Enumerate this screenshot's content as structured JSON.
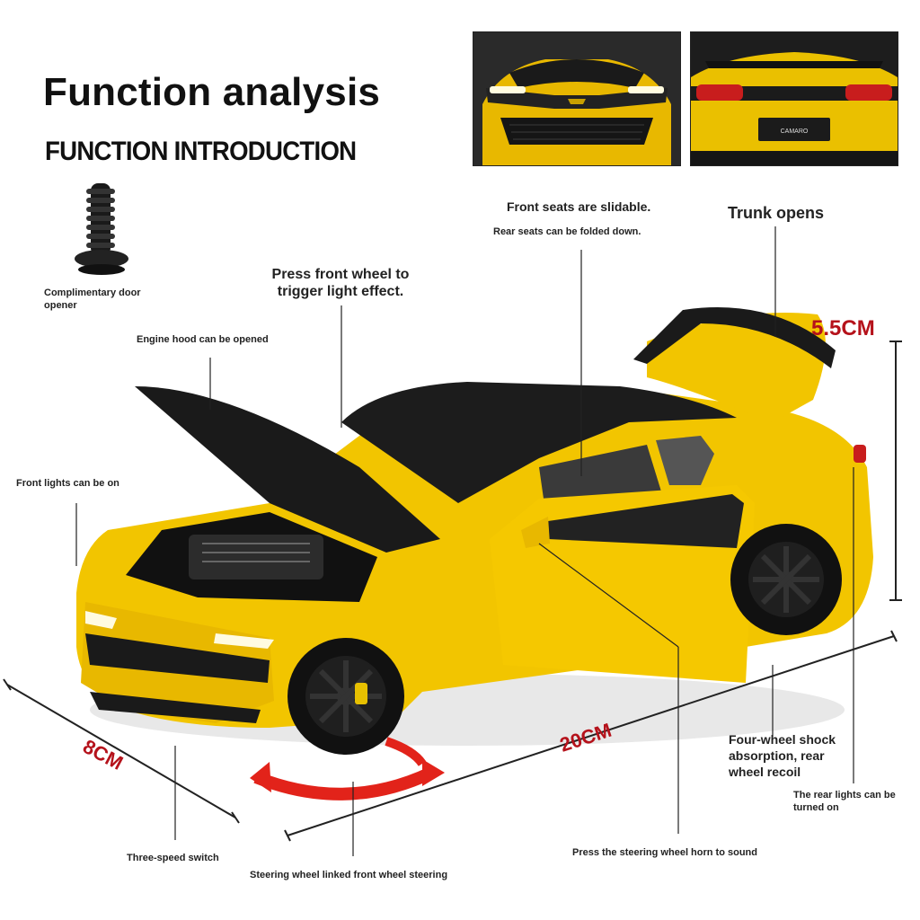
{
  "header": {
    "title": "Function analysis",
    "subtitle": "FUNCTION INTRODUCTION"
  },
  "accessory": {
    "label_line1": "Complimentary door",
    "label_line2": "opener",
    "icon": "screw-icon"
  },
  "features": {
    "engine_hood": "Engine hood can be opened",
    "press_wheel_line1": "Press front wheel to",
    "press_wheel_line2": "trigger light effect.",
    "front_lights": "Front lights can be on",
    "front_seats": "Front seats are slidable.",
    "rear_seats": "Rear seats can be folded down.",
    "trunk": "Trunk opens",
    "shock_line1": "Four-wheel shock",
    "shock_line2": "absorption, rear",
    "shock_line3": "wheel recoil",
    "rear_lights_line1": "The rear lights can be",
    "rear_lights_line2": "turned on",
    "three_speed": "Three-speed switch",
    "steering": "Steering wheel linked front wheel steering",
    "horn": "Press the steering wheel horn to sound"
  },
  "dimensions": {
    "width": "8CM",
    "length": "20CM",
    "height": "5.5CM"
  },
  "photos": {
    "front_plate_text": "",
    "rear_badge_text": "CAMARO"
  },
  "colors": {
    "car_yellow": "#f2c500",
    "roof_black": "#1c1c1c",
    "dimension_red": "#b5121b",
    "arrow_red": "#e2231a"
  }
}
